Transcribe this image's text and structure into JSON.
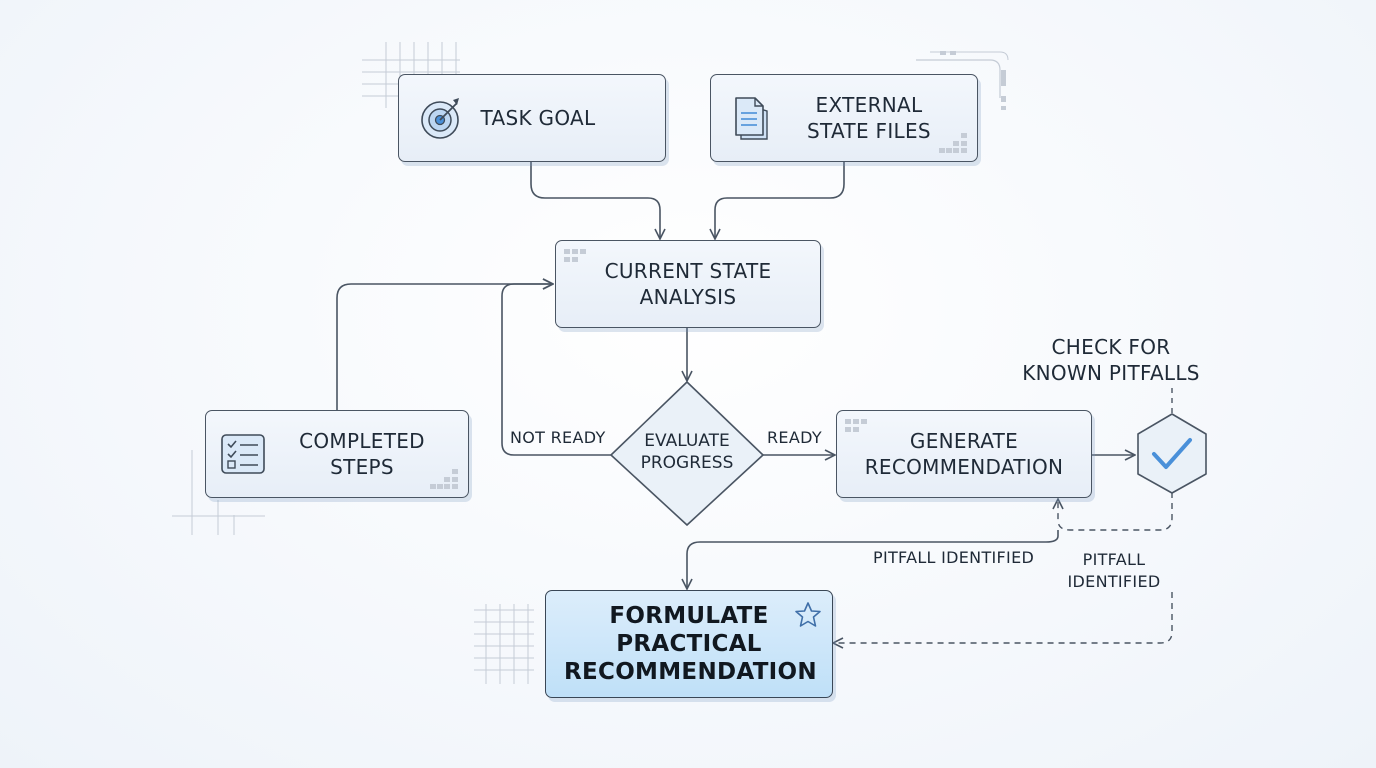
{
  "nodes": {
    "task_goal": {
      "label": "TASK GOAL",
      "icon": "target-icon"
    },
    "external_state": {
      "label": "EXTERNAL STATE FILES",
      "icon": "document-icon"
    },
    "current_state": {
      "label": "CURRENT STATE ANALYSIS"
    },
    "completed_steps": {
      "label": "COMPLETED STEPS",
      "icon": "checklist-icon"
    },
    "evaluate_progress": {
      "label": "EVALUATE PROGRESS"
    },
    "generate_recommendation": {
      "label": "GENERATE RECOMMENDATION"
    },
    "pitfall_check": {
      "label": "CHECK FOR KNOWN PITFALLS",
      "icon": "check-hexagon-icon"
    },
    "formulate": {
      "label": "FORMULATE PRACTICAL RECOMMENDATION",
      "icon": "star-icon"
    }
  },
  "edges": {
    "not_ready": "NOT READY",
    "ready": "READY",
    "pitfall_identified_1": "PITFALL IDENTIFIED",
    "pitfall_identified_2": "PITFALL IDENTIFIED"
  },
  "colors": {
    "stroke": "#4a5563",
    "node_fill": "#e9f0f8",
    "primary_fill": "#c7e4f9",
    "accent": "#4a90d9"
  }
}
